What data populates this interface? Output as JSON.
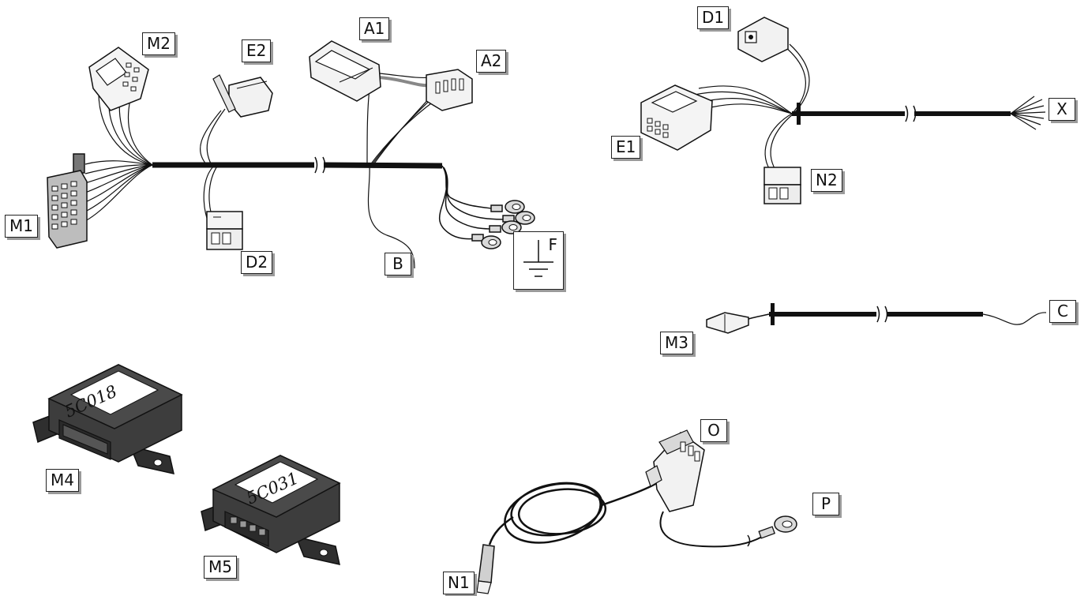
{
  "callouts": {
    "M1": "M1",
    "M2": "M2",
    "E2": "E2",
    "A1": "A1",
    "A2": "A2",
    "D2": "D2",
    "B": "B",
    "F": "F",
    "D1": "D1",
    "X": "X",
    "E1": "E1",
    "N2": "N2",
    "M3": "M3",
    "C": "C",
    "M4": "M4",
    "M5": "M5",
    "O": "O",
    "P": "P",
    "N1": "N1"
  },
  "module_labels": {
    "m4": "5C018",
    "m5": "5C031"
  },
  "colors": {
    "cable": "#111111",
    "housing": "#bfbfbf",
    "module_body": "#3b3b3b"
  }
}
